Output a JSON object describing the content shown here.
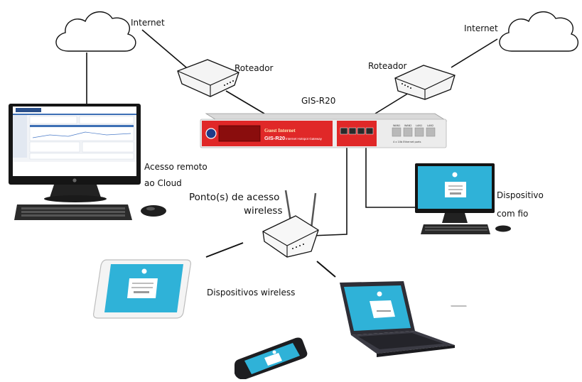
{
  "labels": {
    "internet_left": "Internet",
    "internet_right": "Internet",
    "router_left": "Roteador",
    "router_right": "Roteador",
    "gateway_name": "GIS-R20",
    "remote_access_line1": "Acesso remoto",
    "remote_access_line2": "ao Cloud",
    "access_point_line1": "Ponto(s) de acesso",
    "access_point_line2": "wireless",
    "wired_device_line1": "Dispositivo",
    "wired_device_line2": "com fio",
    "wireless_devices": "Dispositivos wireless"
  },
  "gateway_panel": {
    "brand": "Guest Internet",
    "model": "GIS-R20",
    "subtitle": "Internet Hotspot Gateway",
    "port_labels": [
      "WAN1",
      "WAN2",
      "LAN1",
      "LAN2"
    ],
    "footer": "4 x 10b Ethernet ports"
  },
  "colors": {
    "gateway_red": "#e02828",
    "screen_blue": "#2fb2d8",
    "line": "#111111"
  }
}
